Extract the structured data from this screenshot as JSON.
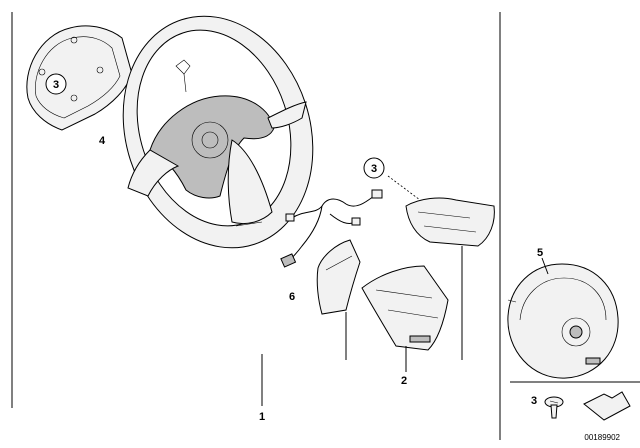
{
  "callouts": {
    "part_1": "1",
    "part_2": "2",
    "part_3_cover": "3",
    "part_3_switch": "3",
    "part_3_screw": "3",
    "part_4": "4",
    "part_5": "5",
    "part_6": "6"
  },
  "document_number": "00189902"
}
